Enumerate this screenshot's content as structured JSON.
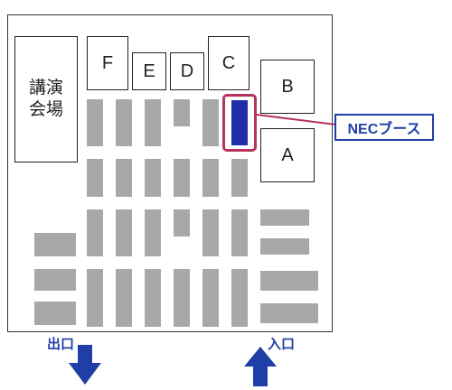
{
  "rooms": {
    "lecture": "講演\n会場",
    "f": "F",
    "e": "E",
    "d": "D",
    "c": "C",
    "b": "B",
    "a": "A"
  },
  "callout": {
    "label": "NECブース"
  },
  "gates": {
    "exit": "出口",
    "entrance": "入口"
  },
  "colors": {
    "highlight_border": "#b5345c",
    "nec_booth": "#1e2fa8",
    "booth": "#a8a8a8",
    "accent_text": "#1f3fa6"
  },
  "icons": {
    "exit": "arrow-down-icon",
    "entrance": "arrow-up-icon"
  }
}
